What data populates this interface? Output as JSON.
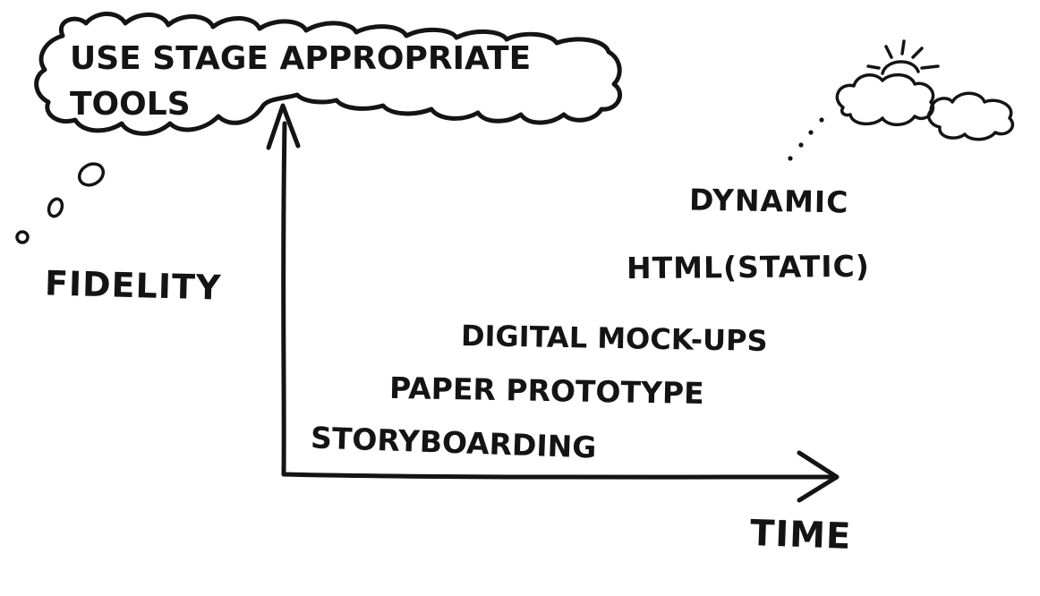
{
  "thought_bubble": {
    "text": "USE STAGE APPROPRIATE TOOLS"
  },
  "axes": {
    "y_label": "FIDELITY",
    "x_label": "TIME"
  },
  "stages": {
    "storyboarding": "STORYBOARDING",
    "paper_prototype": "PAPER PROTOTYPE",
    "digital_mockups": "DIGITAL MOCK-UPS",
    "html_static": "HTML(STATIC)",
    "dynamic": "DYNAMIC"
  },
  "icons": {
    "cloud_sun": "cloud-sun-icon",
    "thought_dots": "thought-bubble-dots"
  },
  "colors": {
    "ink": "#141414",
    "paper": "#ffffff"
  }
}
